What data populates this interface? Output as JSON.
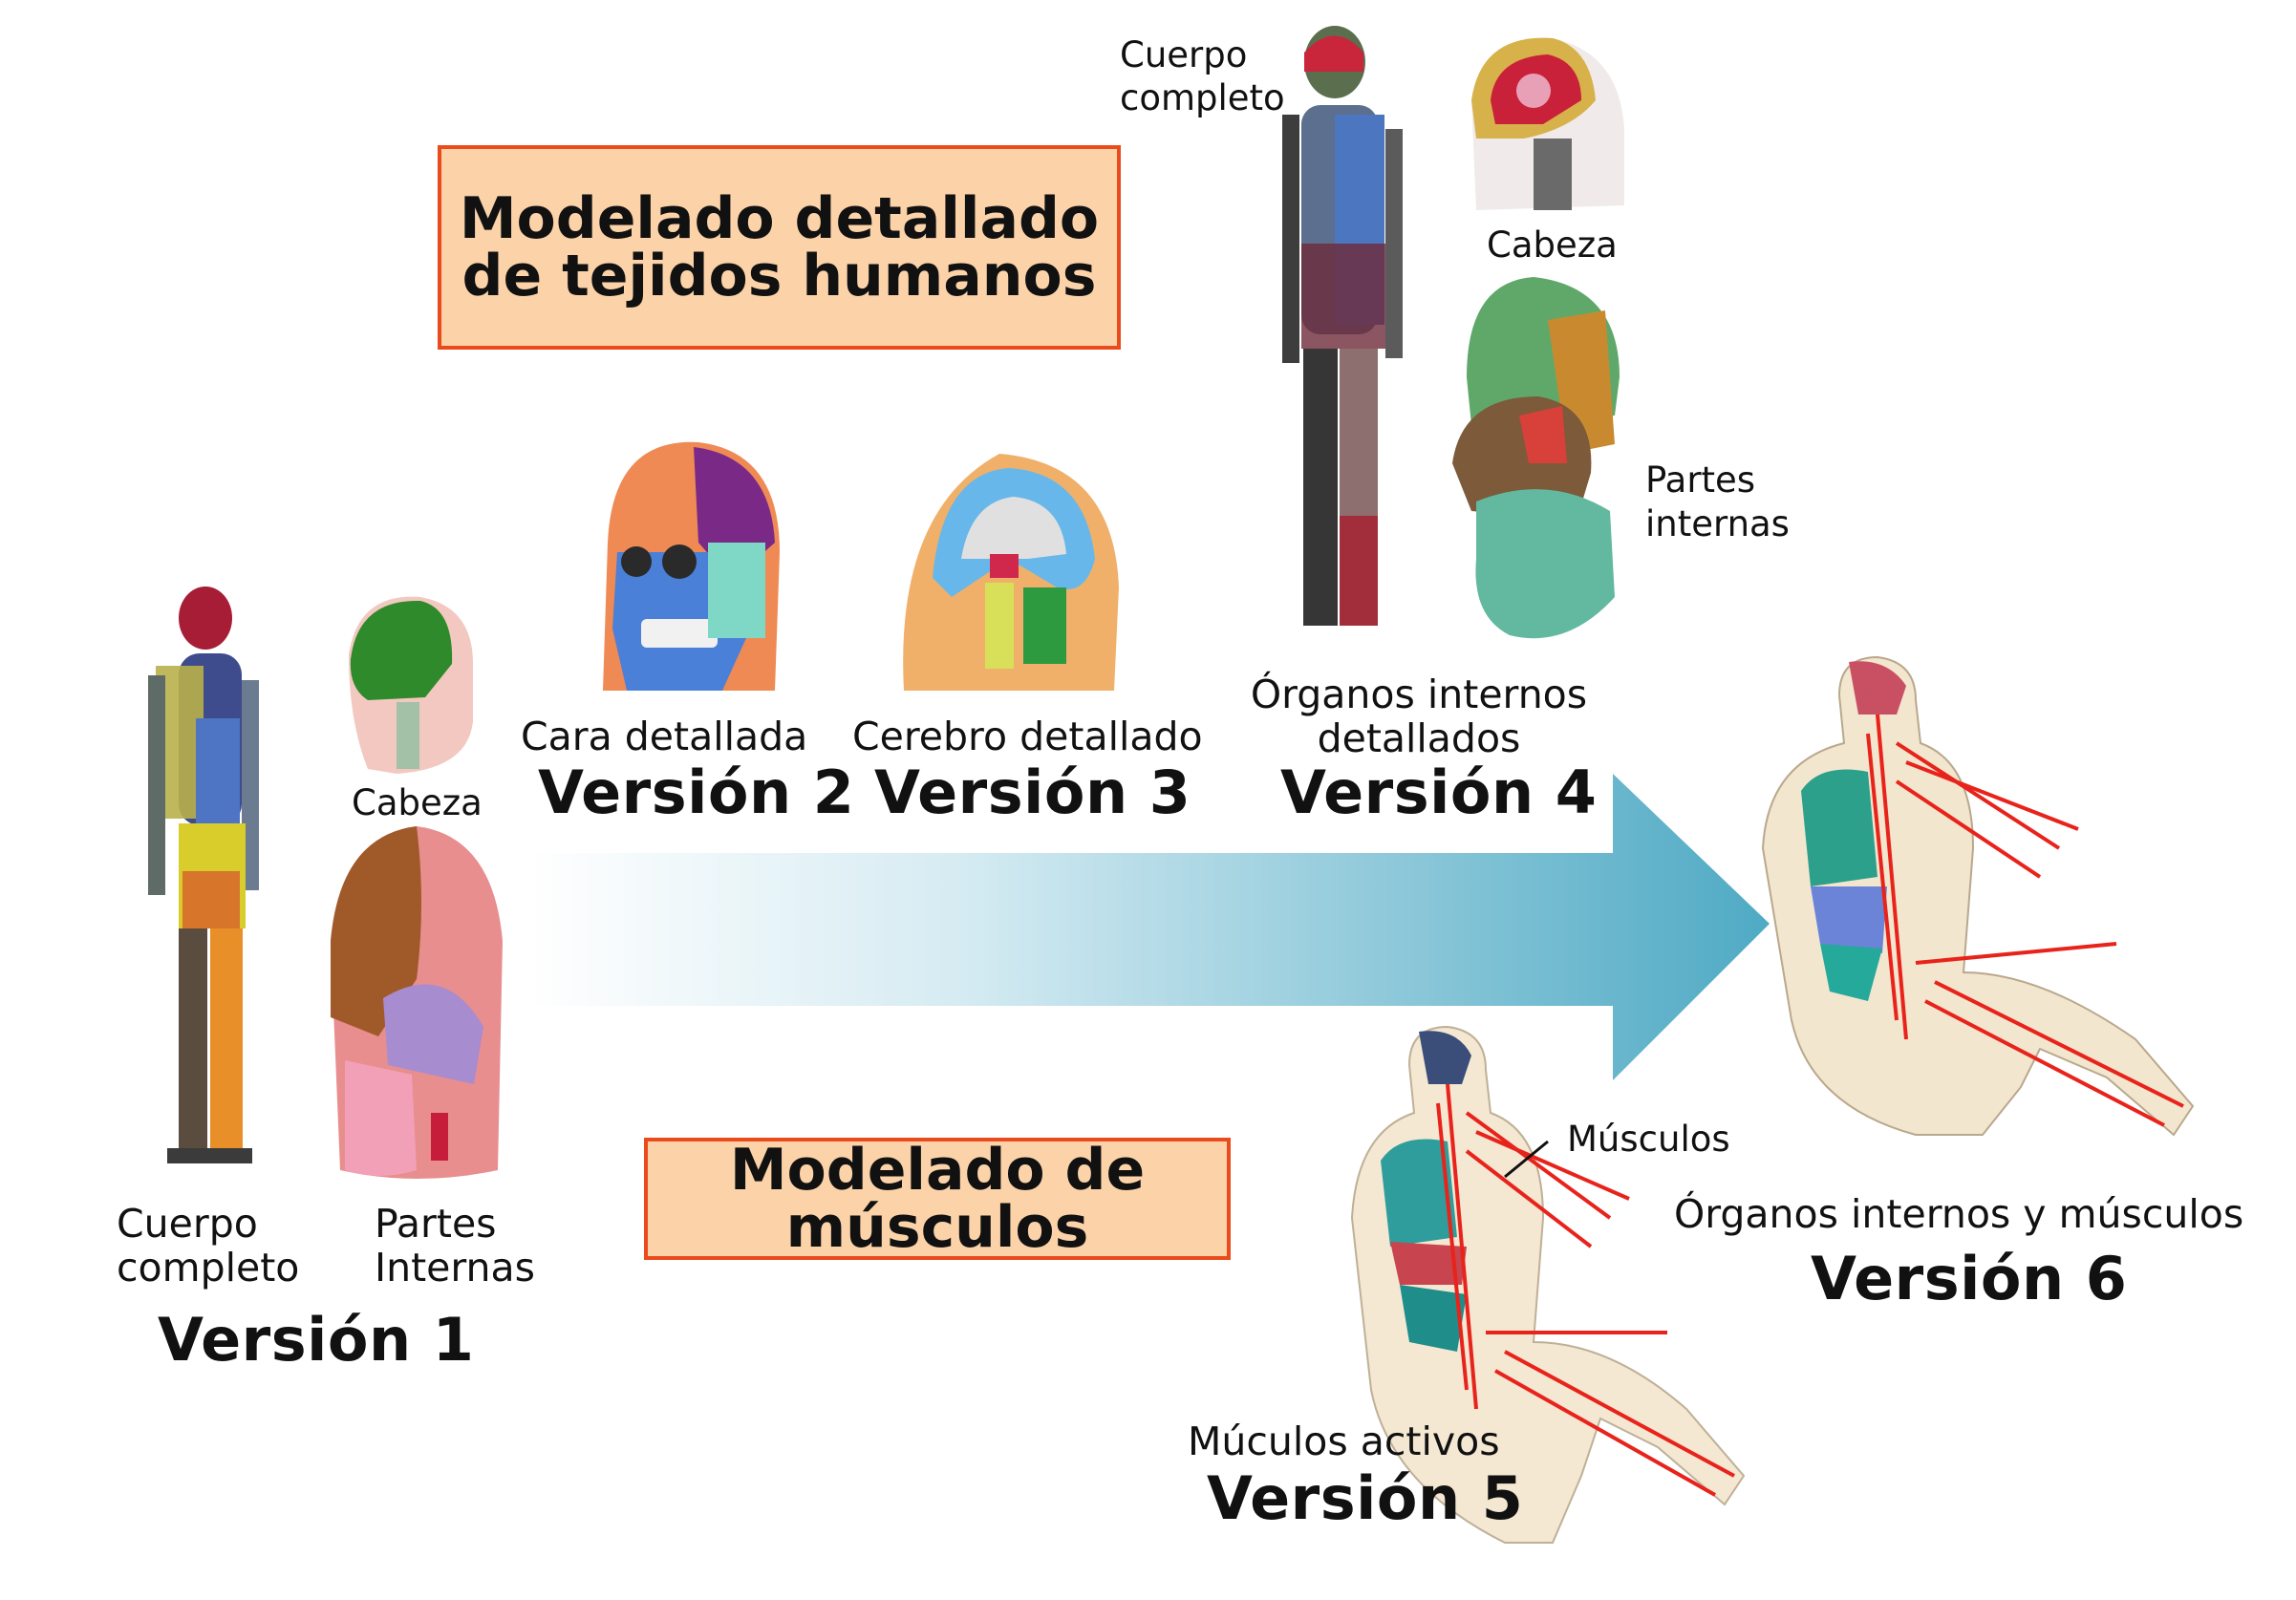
{
  "boxes": {
    "tissue": {
      "line1": "Modelado detallado",
      "line2": "de tejidos humanos"
    },
    "muscle": {
      "line1": "Modelado de",
      "line2": "músculos"
    }
  },
  "v1": {
    "body_label_1": "Cuerpo",
    "body_label_2": "completo",
    "head_label": "Cabeza",
    "internal_label_1": "Partes",
    "internal_label_2": "Internas",
    "version": "Versión 1"
  },
  "v2": {
    "caption": "Cara detallada",
    "version": "Versión 2"
  },
  "v3": {
    "caption": "Cerebro detallado",
    "version": "Versión 3"
  },
  "v4": {
    "body_label_1": "Cuerpo",
    "body_label_2": "completo",
    "head_label": "Cabeza",
    "internal_label_1": "Partes",
    "internal_label_2": "internas",
    "caption_1": "Órganos internos",
    "caption_2": "detallados",
    "version": "Versión 4"
  },
  "v5": {
    "muscle_label": "Músculos",
    "caption": "Múculos activos",
    "version": "Versión 5"
  },
  "v6": {
    "caption": "Órganos internos y músculos",
    "version": "Versión 6"
  },
  "colors": {
    "box_fill": "#fcd3a9",
    "box_border": "#ea4b1c",
    "arrow_start": "#ffffff",
    "arrow_end": "#4faac4",
    "muscle_red": "#e8231b"
  },
  "icons": [
    "full-body-mesh-icon",
    "head-mesh-icon",
    "internal-organs-mesh-icon",
    "face-mesh-icon",
    "brain-mesh-icon",
    "seated-muscle-model-icon"
  ]
}
